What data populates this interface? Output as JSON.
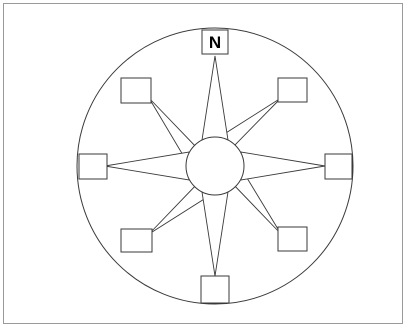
{
  "compass": {
    "north_label": "N",
    "empty_boxes": [
      "north-east",
      "east",
      "south-east",
      "south",
      "south-west",
      "west",
      "north-west"
    ]
  },
  "colors": {
    "stroke": "#3a3a3a",
    "frame": "#9a9a9a",
    "background": "#ffffff"
  }
}
